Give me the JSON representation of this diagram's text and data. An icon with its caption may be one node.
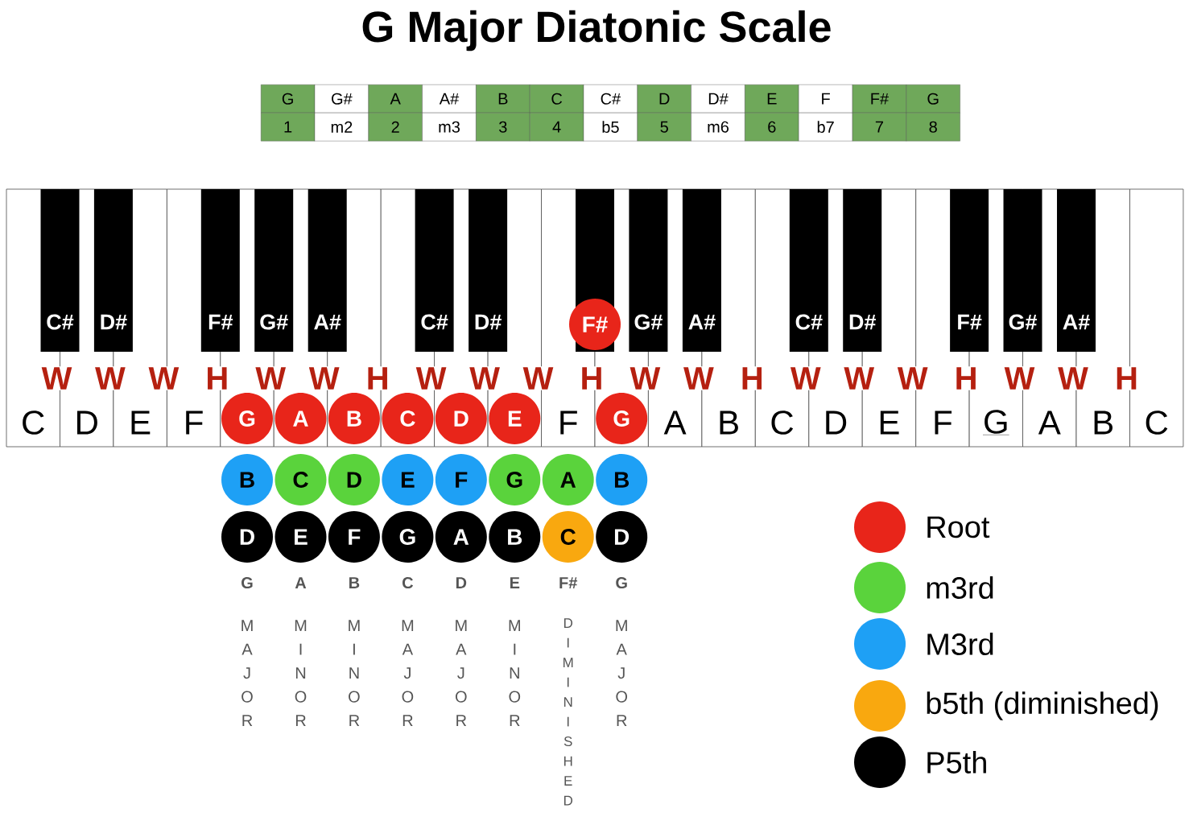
{
  "diagram": {
    "title": "G Major Diatonic Scale",
    "nodes": [
      {
        "text": [
          "G"
        ]
      },
      {
        "text": [
          "A"
        ]
      },
      {
        "text": [
          "B"
        ]
      },
      {
        "text": [
          "C"
        ]
      },
      {
        "text": [
          "D"
        ]
      },
      {
        "text": [
          "E"
        ]
      },
      {
        "text": [
          "F#"
        ]
      },
      {
        "text": [
          "G"
        ]
      },
      {
        "text": [
          "B"
        ]
      },
      {
        "text": [
          "C"
        ]
      },
      {
        "text": [
          "D"
        ]
      },
      {
        "text": [
          "E"
        ]
      },
      {
        "text": [
          "F"
        ]
      },
      {
        "text": [
          "G"
        ]
      },
      {
        "text": [
          "A"
        ]
      },
      {
        "text": [
          "B"
        ]
      },
      {
        "text": [
          "D"
        ]
      },
      {
        "text": [
          "E"
        ]
      },
      {
        "text": [
          "F"
        ]
      },
      {
        "text": [
          "G"
        ]
      },
      {
        "text": [
          "A"
        ]
      },
      {
        "text": [
          "B"
        ]
      },
      {
        "text": [
          "C"
        ]
      },
      {
        "text": [
          "D"
        ]
      }
    ],
    "edges": [],
    "labels": [
      "G",
      "G#",
      "A",
      "A#",
      "B",
      "C",
      "C#",
      "D",
      "D#",
      "E",
      "F",
      "F#",
      "G",
      "1",
      "m2",
      "2",
      "m3",
      "3",
      "4",
      "b5",
      "5",
      "m6",
      "6",
      "b7",
      "7",
      "8",
      "C#",
      "D#",
      "F#",
      "G#",
      "A#",
      "C#",
      "D#",
      "G#",
      "A#",
      "C#",
      "D#",
      "F#",
      "G#",
      "A#",
      "W",
      "W",
      "W",
      "H",
      "W",
      "W",
      "H",
      "W",
      "W",
      "W",
      "H",
      "W",
      "W",
      "H",
      "W",
      "W",
      "W",
      "H",
      "W",
      "W",
      "H",
      "C",
      "D",
      "E",
      "F",
      "F",
      "A",
      "B",
      "C",
      "D",
      "E",
      "F",
      "G",
      "A",
      "B",
      "C",
      "G",
      "A",
      "B",
      "C",
      "D",
      "E",
      "F#",
      "G",
      "M A J O R",
      "M I N O R",
      "M I N O R",
      "M A J O R",
      "M A J O R",
      "M I N O R",
      "D I M I N I S H E D",
      "M A J O R"
    ],
    "legend": [
      {
        "text": "Root",
        "color": "#e8251a"
      },
      {
        "text": "m3rd",
        "color": "#5ad33c"
      },
      {
        "text": "M3rd",
        "color": "#1ea0f5"
      },
      {
        "text": "b5th (diminished)",
        "color": "#f9a80f"
      },
      {
        "text": "P5th",
        "color": "#000000"
      }
    ]
  }
}
